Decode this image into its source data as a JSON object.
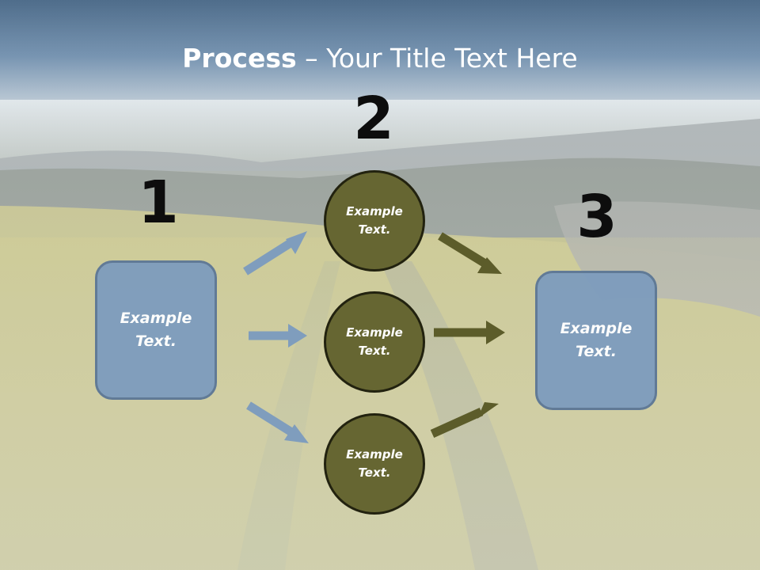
{
  "slide": {
    "title_strong": "Process",
    "title_rest": " – Your Title Text Here",
    "step_numbers": [
      "1",
      "2",
      "3"
    ],
    "left_box_text": "Example Text.",
    "circles": [
      "Example Text.",
      "Example Text.",
      "Example Text."
    ],
    "right_box_text": "Example Text."
  },
  "colors": {
    "box_fill": "#7f9dbd",
    "circle_fill": "#666632",
    "blue_arrow": "#7f9dbd",
    "olive_arrow": "#5c5c2a"
  }
}
